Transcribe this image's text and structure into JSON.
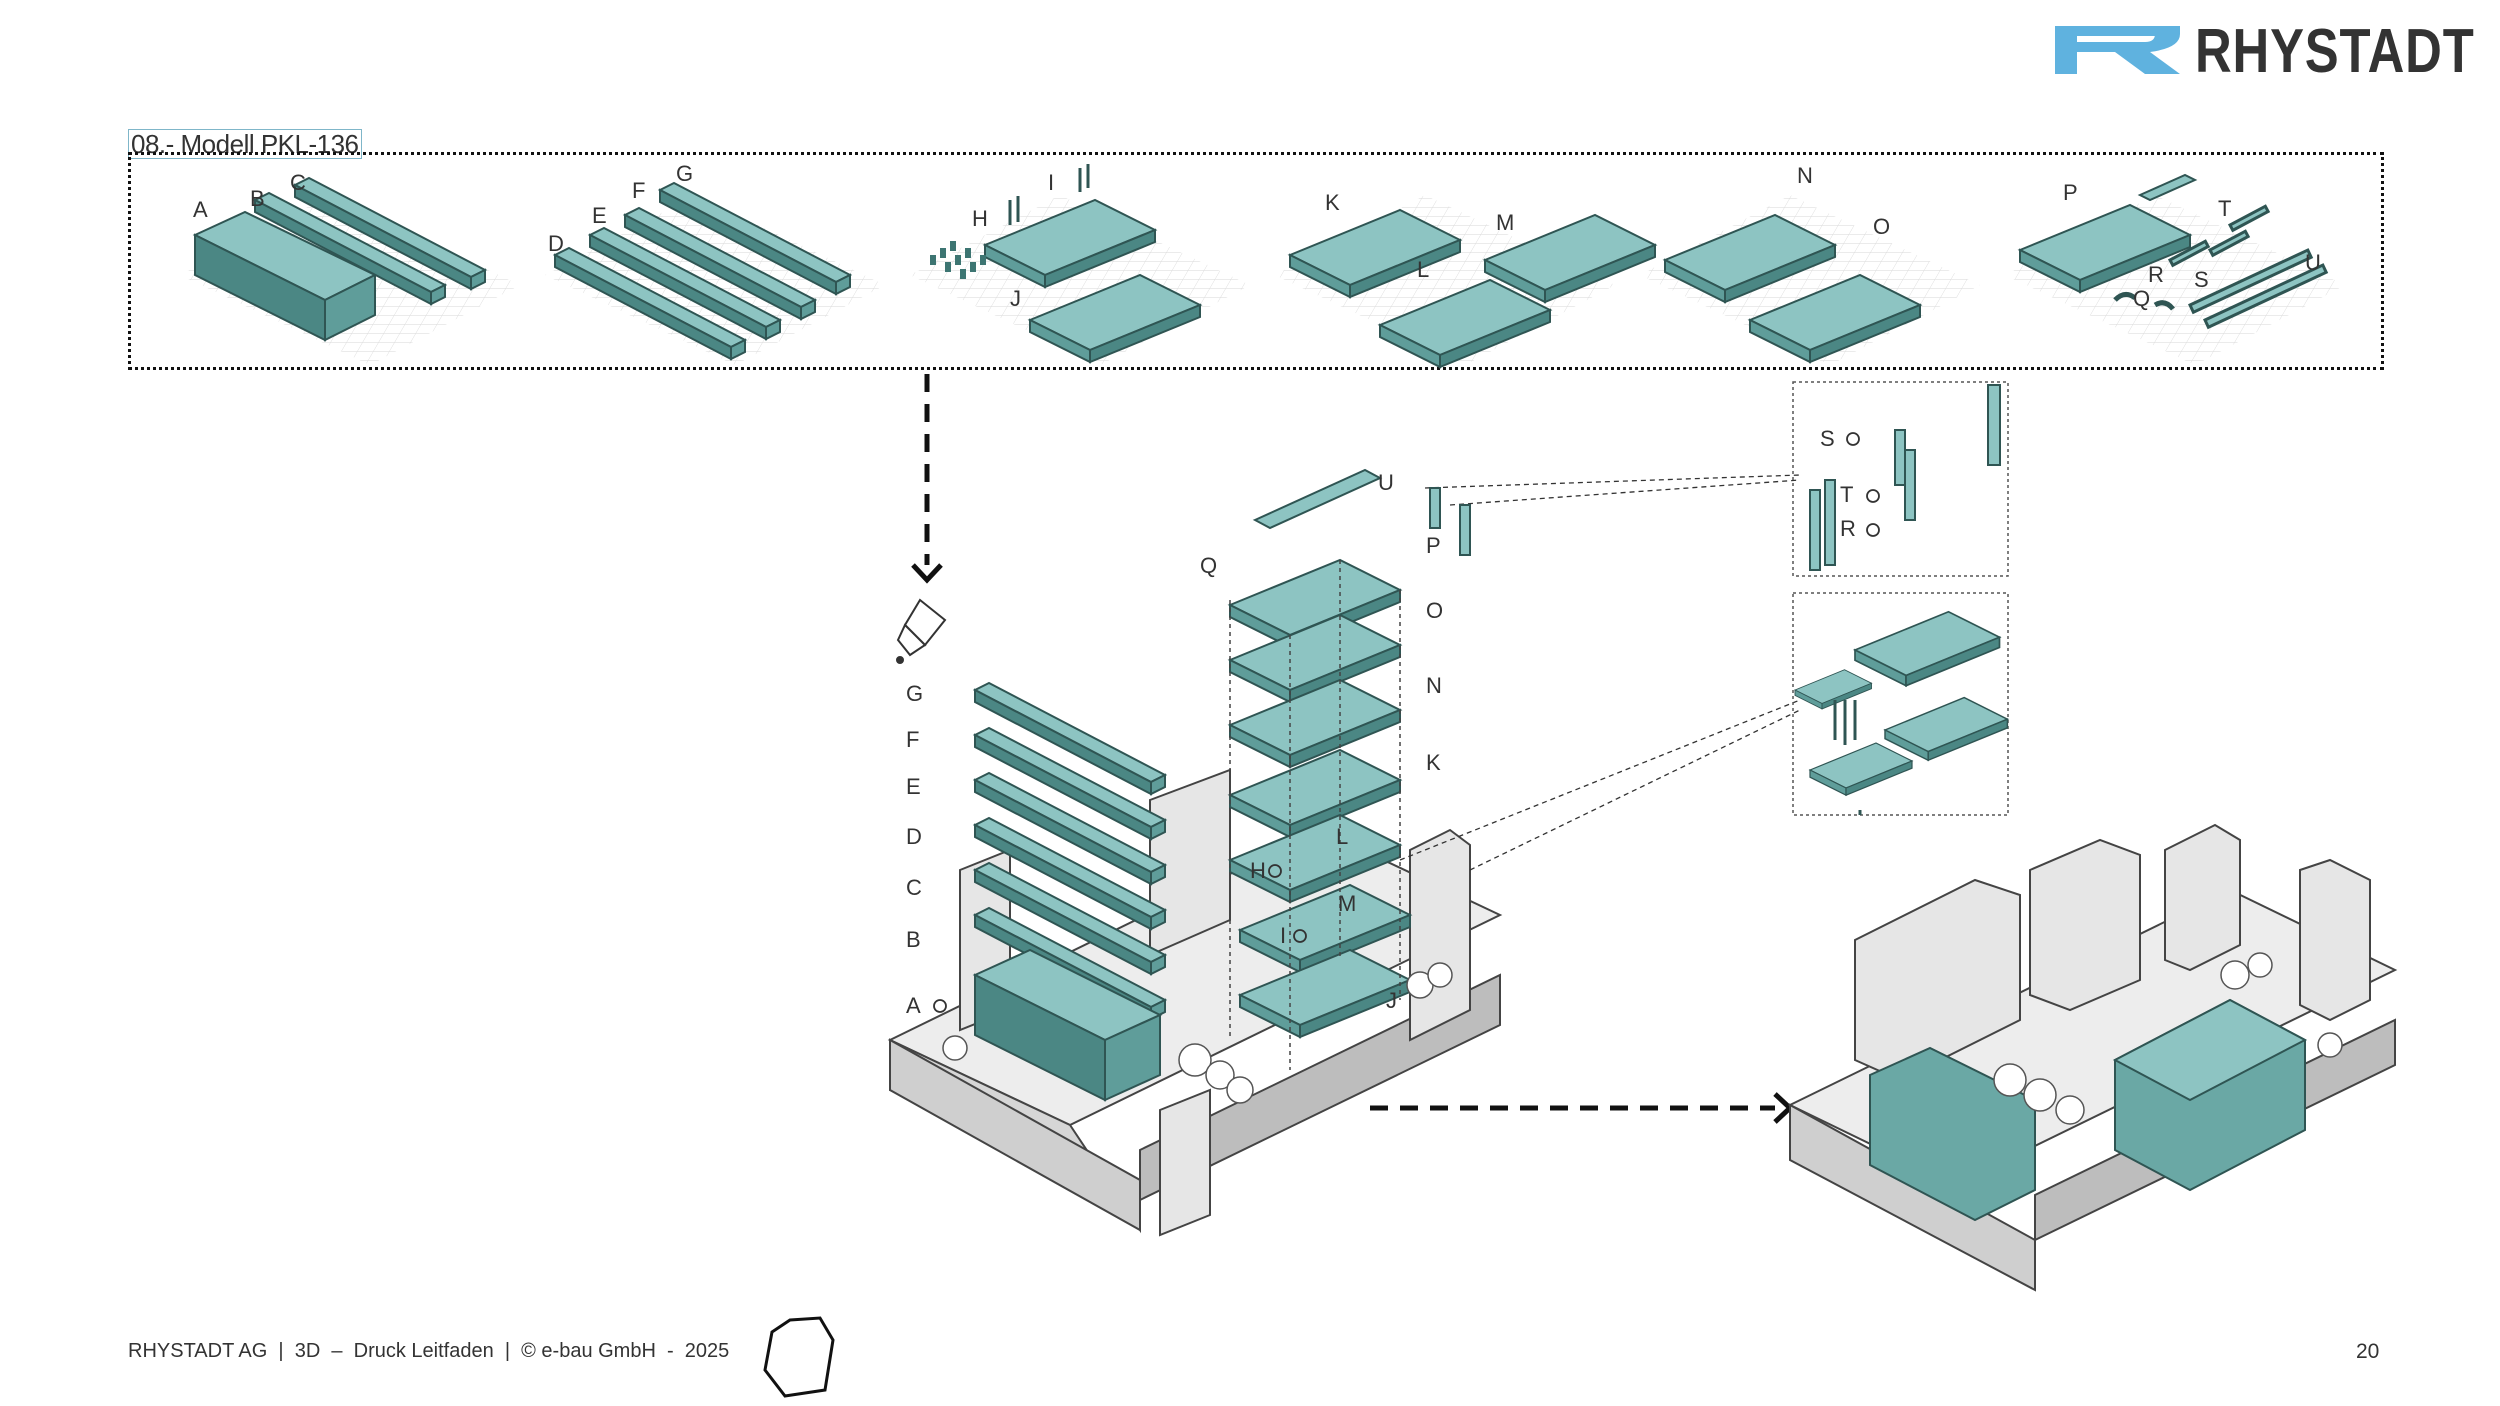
{
  "brand": {
    "name": "RHYSTADT",
    "color": "#5fb2df"
  },
  "section_title": "08.- Modell PKL-136",
  "colors": {
    "teal": "#8dc4c2",
    "teal_dark": "#3d7572",
    "grey": "#d9d9d9",
    "grey_dark": "#9a9a9a"
  },
  "strip_labels": {
    "a": "A",
    "b": "B",
    "c": "C",
    "d": "D",
    "e": "E",
    "f": "F",
    "g": "G",
    "h": "H",
    "i": "I",
    "j": "J",
    "k": "K",
    "l": "L",
    "m": "M",
    "n": "N",
    "o": "O",
    "p": "P",
    "q": "Q",
    "r": "R",
    "s": "S",
    "t": "T",
    "u": "U"
  },
  "assembly_labels": {
    "g": "G",
    "f": "F",
    "e": "E",
    "d": "D",
    "c": "C",
    "b": "B",
    "a": "A",
    "u": "U",
    "p": "P",
    "q": "Q",
    "o": "O",
    "n": "N",
    "k": "K",
    "l": "L",
    "h": "H",
    "i": "I",
    "m": "M",
    "j": "J"
  },
  "detail_labels": {
    "s": "S",
    "t": "T",
    "r": "R"
  },
  "footer": {
    "text": "RHYSTADT AG  |  3D  –  Druck Leitfaden  |  © e-bau GmbH  -  2025",
    "page": "20"
  },
  "icons": [
    "rhystadt-logo-icon",
    "glue-tube-icon",
    "rotate-icon",
    "hexagon-icon",
    "arrow-down-icon",
    "arrow-right-icon"
  ]
}
